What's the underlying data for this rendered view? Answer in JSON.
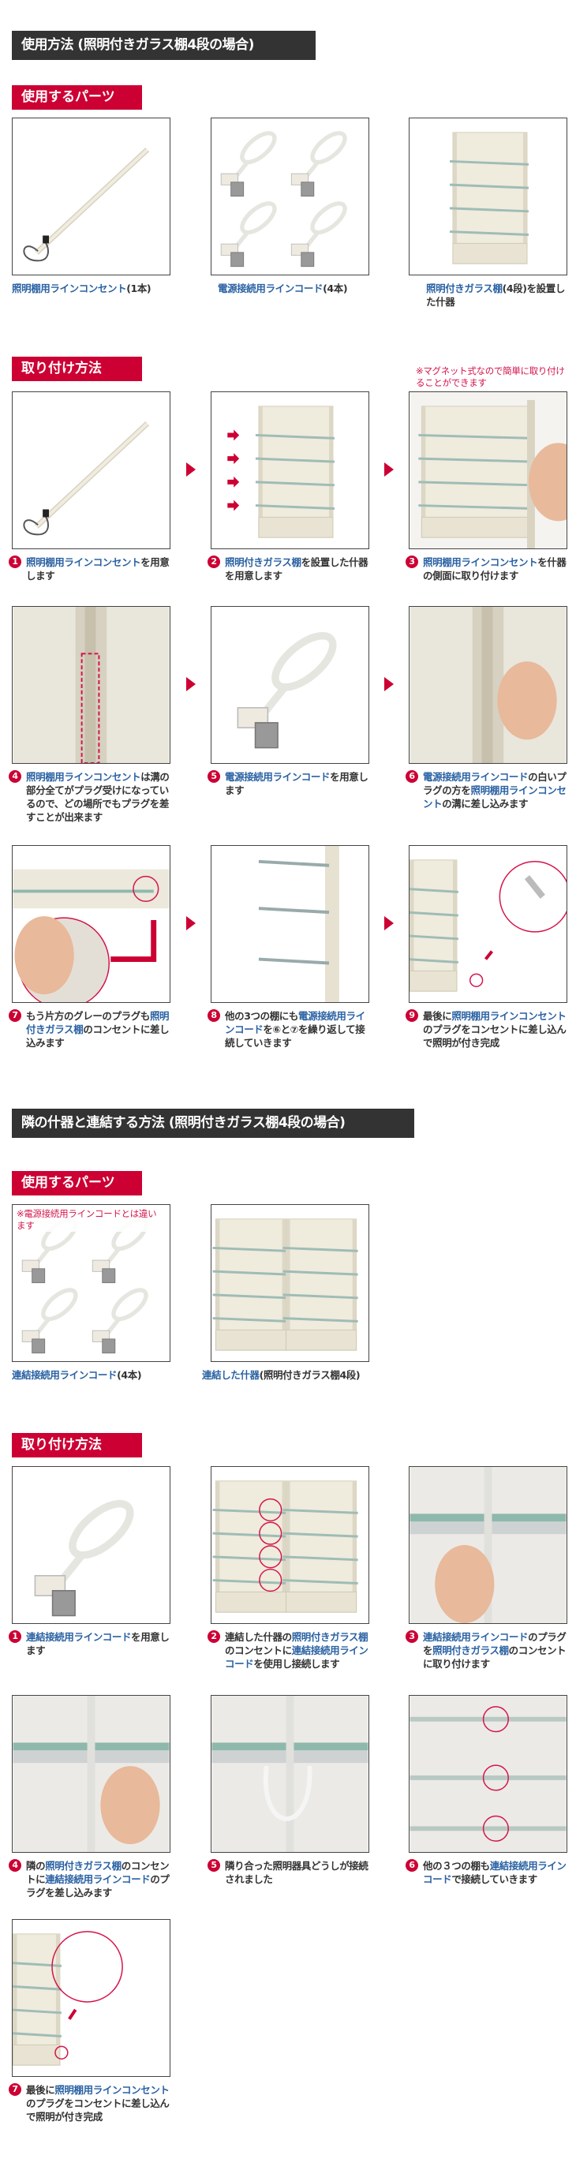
{
  "sections": [
    {
      "title": "使用方法 (照明付きガラス棚4段の場合)",
      "parts": {
        "label": "使用するパーツ",
        "items": [
          {
            "text": [
              {
                "t": "照明棚用ラインコンセント",
                "hl": true
              },
              {
                "t": "(1本)",
                "hl": false
              }
            ]
          },
          {
            "text": [
              {
                "t": "電源接続用ラインコード",
                "hl": true
              },
              {
                "t": "(4本)",
                "hl": false
              }
            ]
          },
          {
            "text": [
              {
                "t": "照明付きガラス棚",
                "hl": true
              },
              {
                "t": "(4段)を設置した什器",
                "hl": false
              }
            ]
          }
        ]
      },
      "install": {
        "label": "取り付け方法",
        "note": "※マグネット式なので簡単に取り付けることができます",
        "steps": [
          {
            "num": "1",
            "text": [
              {
                "t": "照明棚用ラインコンセント",
                "hl": true
              },
              {
                "t": "を用意します",
                "hl": false
              }
            ]
          },
          {
            "num": "2",
            "text": [
              {
                "t": "照明付きガラス棚",
                "hl": true
              },
              {
                "t": "を設置した什器を用意します",
                "hl": false
              }
            ]
          },
          {
            "num": "3",
            "text": [
              {
                "t": "照明棚用ラインコンセント",
                "hl": true
              },
              {
                "t": "を什器の側面に取り付けます",
                "hl": false
              }
            ]
          },
          {
            "num": "4",
            "text": [
              {
                "t": "照明棚用ラインコンセント",
                "hl": true
              },
              {
                "t": "は溝の部分全てがプラグ受けになっているので、どの場所でもプラグを差すことが出来ます",
                "hl": false
              }
            ]
          },
          {
            "num": "5",
            "text": [
              {
                "t": "電源接続用ラインコード",
                "hl": true
              },
              {
                "t": "を用意します",
                "hl": false
              }
            ]
          },
          {
            "num": "6",
            "text": [
              {
                "t": "電源接続用ラインコード",
                "hl": true
              },
              {
                "t": "の白いプラグの方を",
                "hl": false
              },
              {
                "t": "照明棚用ラインコンセント",
                "hl": true
              },
              {
                "t": "の溝に差し込みます",
                "hl": false
              }
            ]
          },
          {
            "num": "7",
            "text": [
              {
                "t": "もう片方のグレーのプラグも",
                "hl": false
              },
              {
                "t": "照明付きガラス棚",
                "hl": true
              },
              {
                "t": "のコンセントに差し込みます",
                "hl": false
              }
            ]
          },
          {
            "num": "8",
            "text": [
              {
                "t": "他の3つの棚にも",
                "hl": false
              },
              {
                "t": "電源接続用ラインコード",
                "hl": true
              },
              {
                "t": "を⑥と⑦を繰り返して接続していきます",
                "hl": false
              }
            ]
          },
          {
            "num": "9",
            "text": [
              {
                "t": "最後に",
                "hl": false
              },
              {
                "t": "照明棚用ラインコンセント",
                "hl": true
              },
              {
                "t": "のプラグをコンセントに差し込んで照明が付き完成",
                "hl": false
              }
            ]
          }
        ]
      }
    },
    {
      "title": "隣の什器と連結する方法 (照明付きガラス棚4段の場合)",
      "parts": {
        "label": "使用するパーツ",
        "note": "※電源接続用ラインコードとは違います",
        "items": [
          {
            "text": [
              {
                "t": "連結接続用ラインコード",
                "hl": true
              },
              {
                "t": "(4本)",
                "hl": false
              }
            ]
          },
          {
            "text": [
              {
                "t": "連結した什器",
                "hl": true
              },
              {
                "t": "(照明付きガラス棚4段)",
                "hl": false
              }
            ]
          }
        ]
      },
      "install": {
        "label": "取り付け方法",
        "steps": [
          {
            "num": "1",
            "text": [
              {
                "t": "連結接続用ラインコード",
                "hl": true
              },
              {
                "t": "を用意します",
                "hl": false
              }
            ]
          },
          {
            "num": "2",
            "text": [
              {
                "t": "連結した什器の",
                "hl": false
              },
              {
                "t": "照明付きガラス棚",
                "hl": true
              },
              {
                "t": "のコンセントに",
                "hl": false
              },
              {
                "t": "連結接続用ラインコード",
                "hl": true
              },
              {
                "t": "を使用し接続します",
                "hl": false
              }
            ]
          },
          {
            "num": "3",
            "text": [
              {
                "t": "連結接続用ラインコード",
                "hl": true
              },
              {
                "t": "のプラグを",
                "hl": false
              },
              {
                "t": "照明付きガラス棚",
                "hl": true
              },
              {
                "t": "のコンセントに取り付けます",
                "hl": false
              }
            ]
          },
          {
            "num": "4",
            "text": [
              {
                "t": "隣の",
                "hl": false
              },
              {
                "t": "照明付きガラス棚",
                "hl": true
              },
              {
                "t": "のコンセントに",
                "hl": false
              },
              {
                "t": "連結接続用ラインコード",
                "hl": true
              },
              {
                "t": "のプラグを差し込みます",
                "hl": false
              }
            ]
          },
          {
            "num": "5",
            "text": [
              {
                "t": "隣り合った照明器具どうしが接続されました",
                "hl": false
              }
            ]
          },
          {
            "num": "6",
            "text": [
              {
                "t": "他の３つの棚も",
                "hl": false
              },
              {
                "t": "連結接続用ラインコード",
                "hl": true
              },
              {
                "t": "で接続していきます",
                "hl": false
              }
            ]
          },
          {
            "num": "7",
            "text": [
              {
                "t": "最後に",
                "hl": false
              },
              {
                "t": "照明棚用ラインコンセント",
                "hl": true
              },
              {
                "t": "のプラグをコンセントに差し込んで照明が付き完成",
                "hl": false
              }
            ]
          }
        ]
      }
    }
  ]
}
